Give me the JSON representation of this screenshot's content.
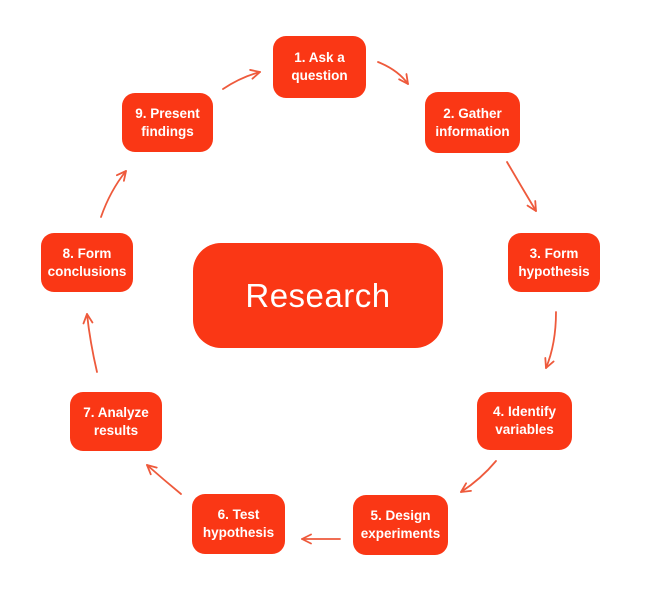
{
  "diagram": {
    "type": "cycle",
    "center_label": "Research",
    "steps": [
      {
        "number": 1,
        "label": "1. Ask a question"
      },
      {
        "number": 2,
        "label": "2. Gather information"
      },
      {
        "number": 3,
        "label": "3. Form hypothesis"
      },
      {
        "number": 4,
        "label": "4. Identify variables"
      },
      {
        "number": 5,
        "label": "5. Design experiments"
      },
      {
        "number": 6,
        "label": "6. Test hypothesis"
      },
      {
        "number": 7,
        "label": "7. Analyze results"
      },
      {
        "number": 8,
        "label": "8. Form conclusions"
      },
      {
        "number": 9,
        "label": "9. Present findings"
      }
    ],
    "flow": [
      {
        "from": 1,
        "to": 2
      },
      {
        "from": 2,
        "to": 3
      },
      {
        "from": 3,
        "to": 4
      },
      {
        "from": 4,
        "to": 5
      },
      {
        "from": 5,
        "to": 6
      },
      {
        "from": 6,
        "to": 7
      },
      {
        "from": 7,
        "to": 8
      },
      {
        "from": 8,
        "to": 9
      },
      {
        "from": 9,
        "to": 1
      }
    ]
  },
  "colors": {
    "node_fill": "#fa3715",
    "node_text": "#ffffff",
    "arrow": "#ee5a3c",
    "background": "#ffffff"
  }
}
